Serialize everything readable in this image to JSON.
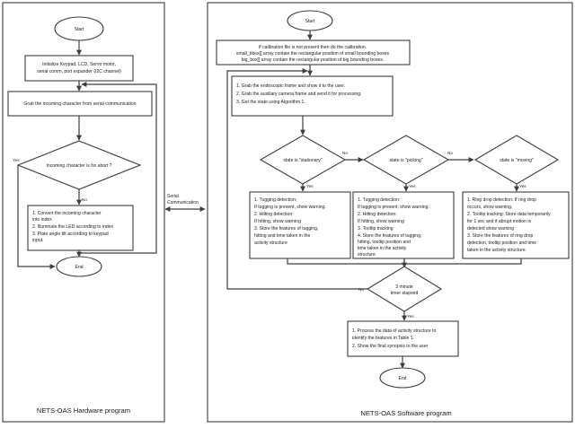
{
  "figure": {
    "title": "NETS-OAS system flowchart",
    "stroke_color": "#3d3d3d",
    "text_color": "#1a1a1a",
    "background": "#ffffff"
  },
  "panels": {
    "hardware": {
      "caption": "NETS-OAS Hardware program",
      "nodes": {
        "start": "Start",
        "init": {
          "line1": "Initialize Keypad, LCD, Servo motor,",
          "line2": "serial comm, port expander (I2C channel)"
        },
        "grab": "Grab the incoming character from serial communication",
        "decision_abort": "Incoming character is for abort ?",
        "actions": {
          "l1": "1. Convert the incoming character",
          "l2": "    into index",
          "l3": "2. Illuminate the LED according to index",
          "l4": "3. Plate angle tilt according to keypad",
          "l5": "    input."
        },
        "end": "End"
      },
      "edge_labels": {
        "abort_yes": "Yes",
        "abort_no": "No"
      }
    },
    "software": {
      "caption": "NETS-OAS Software program",
      "nodes": {
        "start": "Start",
        "calibration": {
          "l1": "If calibration file is not present then do the calibration.",
          "l2": "small_bbox[] array contain the rectangular position of small bounding boxes",
          "l3": "big_box[] array contain the rectangular position of big bounding boxes."
        },
        "capture": {
          "l1": "1. Grab the endoscopic frame and show it to the user.",
          "l2": "2. Grab the auxiliary camera frame and send it for processing.",
          "l3": "3. Get the state using Algorithm 1."
        },
        "decision_stationary": "state is \"stationary\"",
        "decision_picking": "state is \"picking\"",
        "decision_moving": "state is \"moving\"",
        "action_stationary": {
          "l1": "1. Tugging detection:",
          "l2": "    If tugging is present, show warning.",
          "l3": "2. Hitting detection:",
          "l4": "    If hitting, show warning",
          "l5": "3. Store the features of tugging,",
          "l6": "    hitting and time taken in the",
          "l7": "    activity structure"
        },
        "action_picking": {
          "l1": "1. Tugging detection:",
          "l2": "    If tugging is present, show warning.",
          "l3": "2. Hitting detection:",
          "l4": "    If hitting, show warning",
          "l5": "3. Tooltip tracking",
          "l6": "4. Store the features of tugging,",
          "l7": "    hitting, tooltip position and",
          "l8": "    time taken in the activity",
          "l9": "    structure"
        },
        "action_moving": {
          "l1": "1. Ring drop detection: If ring drop",
          "l2": "    occurs, show warning.",
          "l3": "2. Tooltip tracking: Store data temporarily",
          "l4": "    for 1 sec and if abrupt motion is",
          "l5": "    detected show warning",
          "l6": "3. Store the features of ring drop",
          "l7": "    detection, tooltip position and time",
          "l8": "    taken in the activity structure."
        },
        "decision_timer": {
          "l1": "3 minute",
          "l2": "timer elapsed"
        },
        "summary": {
          "l1": "1. Process the data of activity structure to",
          "l2": "    identify the features in Table 1.",
          "l3": "2. Show the final synopsis to the user"
        },
        "end": "End"
      },
      "edge_labels": {
        "stationary_no": "No",
        "stationary_yes": "Yes",
        "picking_no": "No",
        "picking_yes": "Yes",
        "moving_yes": "Yes",
        "timer_no": "No",
        "timer_yes": "Yes"
      }
    }
  },
  "connector": {
    "label_line1": "Serial",
    "label_line2": "Communication"
  }
}
